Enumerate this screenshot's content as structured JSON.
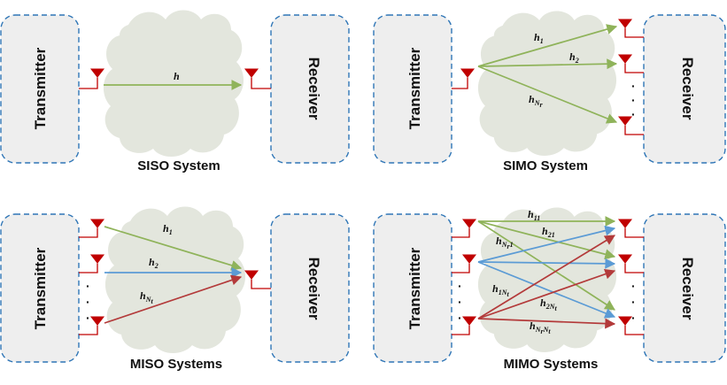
{
  "labels": {
    "transmitter": "Transmitter",
    "receiver": "Receiver"
  },
  "panels": {
    "siso": {
      "caption": "SISO System",
      "h": "h"
    },
    "simo": {
      "caption": "SIMO System",
      "h1": "h",
      "h1_sub": "1",
      "h2": "h",
      "h2_sub": "2",
      "hn": "h",
      "hn_sub": "N",
      "hn_sub2": "r"
    },
    "miso": {
      "caption": "MISO Systems",
      "h1": "h",
      "h1_sub": "1",
      "h2": "h",
      "h2_sub": "2",
      "hn": "h",
      "hn_sub": "N",
      "hn_sub2": "t"
    },
    "mimo": {
      "caption": "MIMO Systems",
      "h11": "h",
      "h11_sub": "11",
      "h21": "h",
      "h21_sub": "21",
      "hnr1": "h",
      "hnr1_sub": "N",
      "hnr1_sub2": "r",
      "hnr1_sub3": "1",
      "h1n": "h",
      "h1n_sub": "1N",
      "h1n_sub2": "t",
      "h2n": "h",
      "h2n_sub": "2N",
      "h2n_sub2": "t",
      "hnn": "h",
      "hnn_sub": "N",
      "hnn_sub2": "r",
      "hnn_sub3": "N",
      "hnn_sub4": "t"
    }
  },
  "dots": "·",
  "colors": {
    "accent_box": "#2e75b6",
    "antenna": "#c00000",
    "path1": "#8fb35a",
    "path2": "#5b9bd5",
    "path3": "#b33a3a",
    "cloud": "#e3e6dd"
  }
}
